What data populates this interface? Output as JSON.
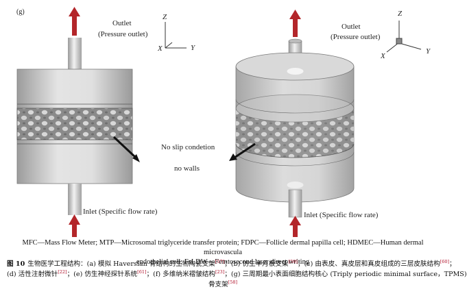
{
  "figure": {
    "panel_label": "(g)",
    "left": {
      "outlet_label": "Outlet",
      "outlet_sub": "(Pressure outlet)",
      "axis_z": "Z",
      "axis_x": "X",
      "axis_y": "Y"
    },
    "right": {
      "outlet_label": "Outlet",
      "outlet_sub": "(Pressure outlet)",
      "axis_z": "Z",
      "axis_x": "X",
      "axis_y": "Y",
      "inlet_label": "Inlet (Specific flow rate)"
    },
    "left_inlet_label": "Inlet (Specific flow rate)",
    "annotation_noslip": "No slip condetion",
    "annotation_nowalls": "no walls",
    "colors": {
      "arrow": "#b3262a",
      "body": "#c9c9c9",
      "scaffold": "#8f8f8f"
    }
  },
  "abbreviations": {
    "line1": "MFC—Mass Flow Meter; MTP—Microsomal triglyceride transfer protein; FDPC—Follicle dermal papilla cell; HDMEC—Human dermal microvascula",
    "line2": "endothelial cell; FsLDW—Femtosecond laser direct writing"
  },
  "caption": {
    "label": "图 10",
    "title": "生物医学工程结构：",
    "a": "(a) 模拟 Haversian 骨结构的生物陶瓷支架",
    "ref_a": "[57]",
    "b": "；(b) 仿生半月板支架",
    "ref_b": "[59]",
    "c": "；(c) 由表皮、真皮层和真皮组成的三层皮肤结构",
    "ref_c": "[60]",
    "c_end": "；",
    "d": "(d) 活性注射微针",
    "ref_d": "[22]",
    "e": "；(e) 仿生神经探针系统",
    "ref_e": "[61]",
    "f": "；(f) 多维纳米褶皱结构",
    "ref_f": "[23]",
    "g": "；(g) 三周期最小表面细胞结构核心 (Triply periodic minimal surface，TPMS)",
    "last": "骨支架",
    "ref_g": "[58]"
  }
}
